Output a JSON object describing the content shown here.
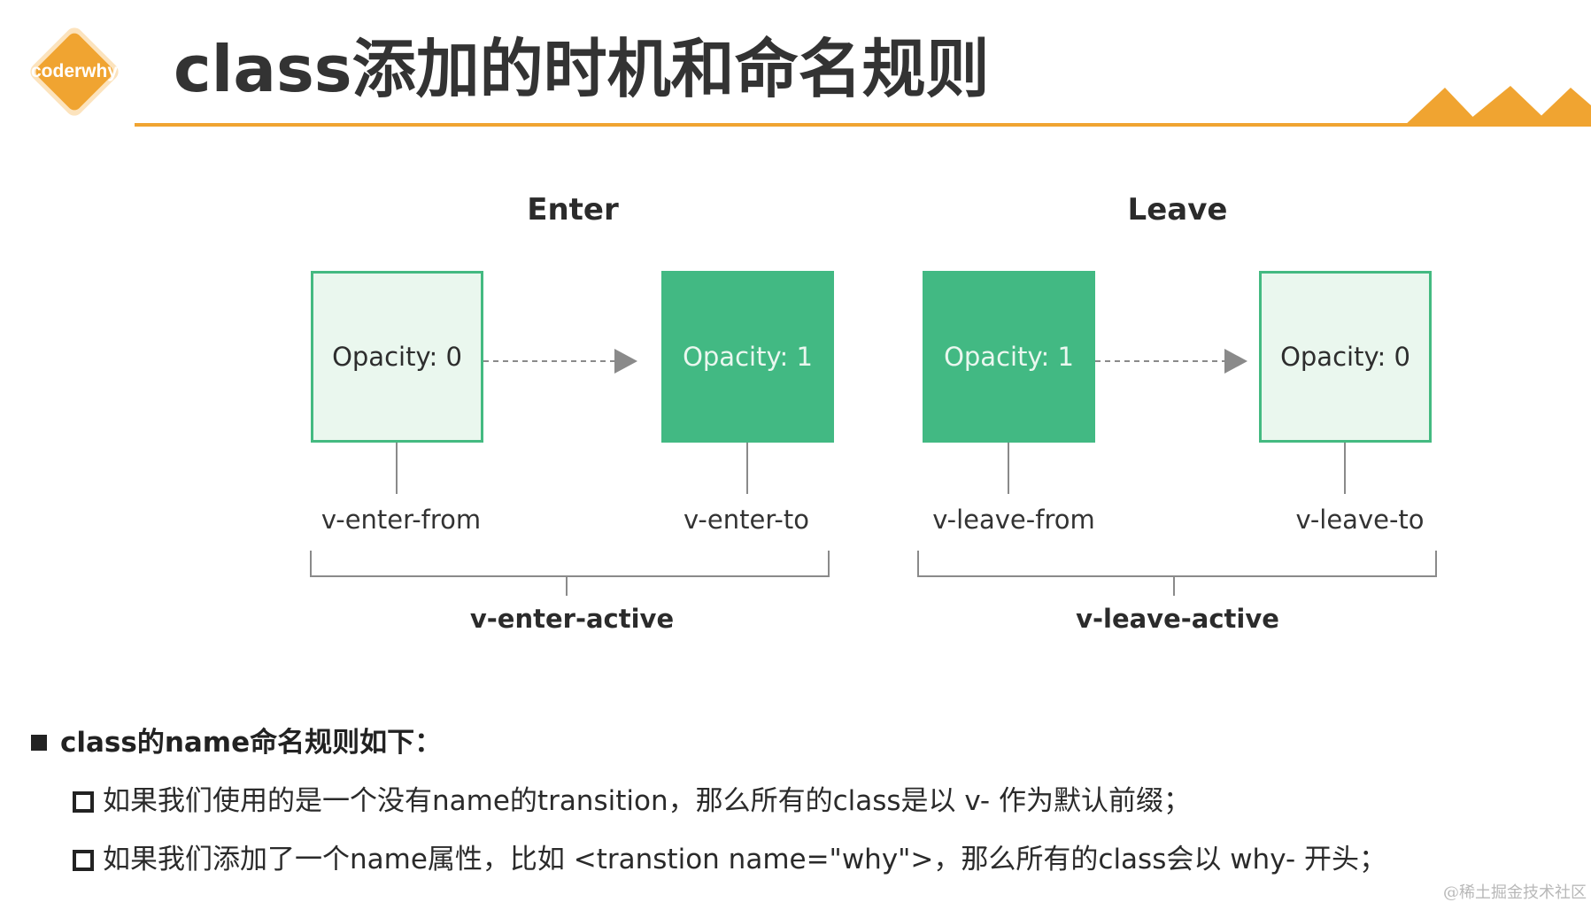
{
  "header": {
    "logo_text": "coderwhy",
    "title": "class添加的时机和命名规则",
    "accent_color": "#f0a431"
  },
  "diagram": {
    "enter": {
      "title": "Enter",
      "from_box": "Opacity: 0",
      "to_box": "Opacity: 1",
      "from_class": "v-enter-from",
      "to_class": "v-enter-to",
      "active_class": "v-enter-active"
    },
    "leave": {
      "title": "Leave",
      "from_box": "Opacity: 1",
      "to_box": "Opacity: 0",
      "from_class": "v-leave-from",
      "to_class": "v-leave-to",
      "active_class": "v-leave-active"
    },
    "colors": {
      "green": "#42b983",
      "light_green": "#eaf7ee",
      "connector_gray": "#8a8a8a"
    }
  },
  "notes": {
    "heading": "class的name命名规则如下：",
    "items": [
      "如果我们使用的是一个没有name的transition，那么所有的class是以 v- 作为默认前缀；",
      "如果我们添加了一个name属性，比如 <transtion name=\"why\">，那么所有的class会以 why- 开头；"
    ]
  },
  "watermark": "@稀土掘金技术社区"
}
